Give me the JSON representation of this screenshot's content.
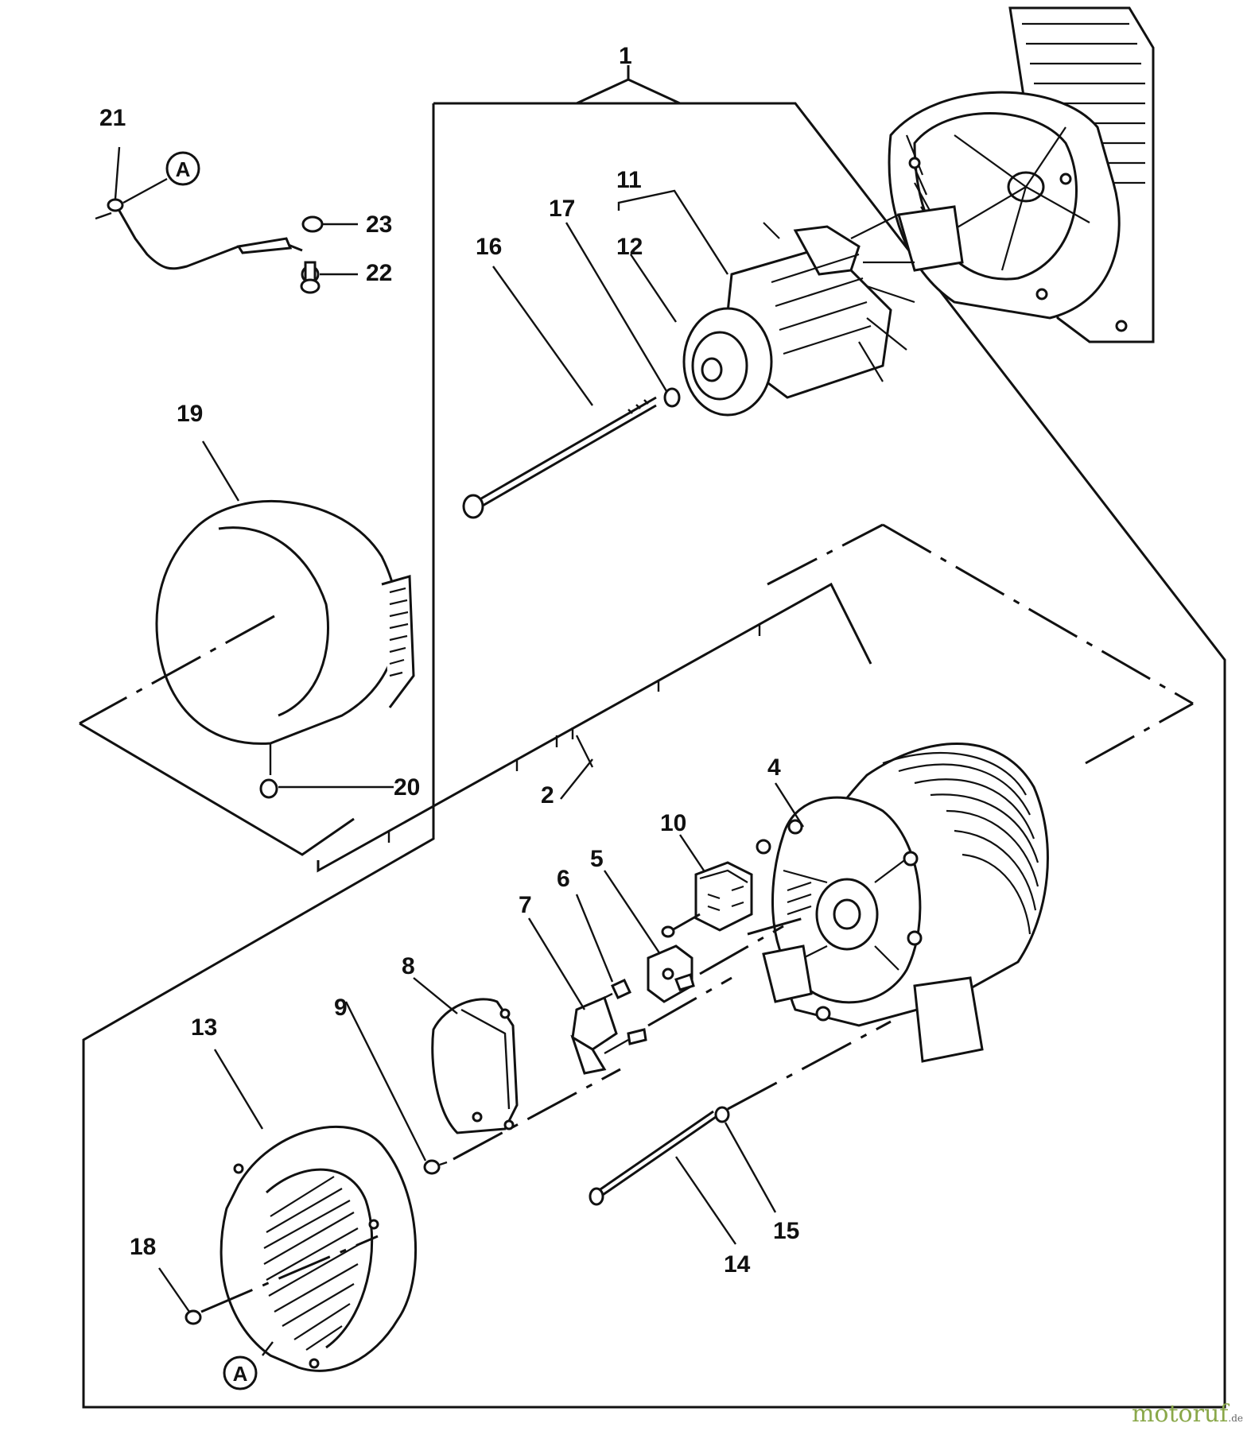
{
  "callouts": {
    "c1": "1",
    "c2": "2",
    "c4": "4",
    "c5": "5",
    "c6": "6",
    "c7": "7",
    "c8": "8",
    "c9": "9",
    "c10": "10",
    "c11": "11",
    "c12": "12",
    "c13": "13",
    "c14": "14",
    "c15": "15",
    "c16": "16",
    "c17": "17",
    "c18": "18",
    "c19": "19",
    "c20": "20",
    "c21": "21",
    "c22": "22",
    "c23": "23"
  },
  "reference_marker": "A",
  "watermark": {
    "text": "motoruf",
    "suffix": ".de"
  }
}
